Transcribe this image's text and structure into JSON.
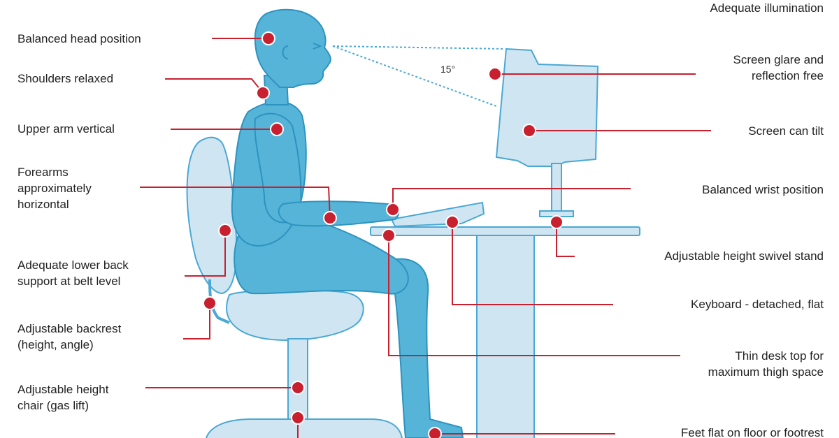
{
  "labels": {
    "adequate_illumination": "Adequate illumination",
    "balanced_head_position": "Balanced head position",
    "shoulders_relaxed": "Shoulders relaxed",
    "upper_arm_vertical": "Upper arm vertical",
    "forearms_horizontal": "Forearms\napproximately\nhorizontal",
    "lower_back_support": "Adequate lower back\nsupport at belt level",
    "adjustable_backrest": "Adjustable backrest\n(height, angle)",
    "adjustable_height_chair": "Adjustable height\nchair (gas lift)",
    "screen_glare": "Screen glare and\nreflection free",
    "screen_can_tilt": "Screen can tilt",
    "balanced_wrist_position": "Balanced wrist position",
    "swivel_stand": "Adjustable height swivel stand",
    "keyboard": "Keyboard - detached, flat",
    "thin_desk_top": "Thin desk top for\nmaximum thigh space",
    "feet_flat": "Feet flat on floor or footrest"
  },
  "viewing_angle": "15°",
  "colors": {
    "figure_fill": "#56b4d8",
    "figure_stroke": "#2d93bf",
    "furniture_fill": "#cfe6f2",
    "furniture_stroke": "#4aa8d4",
    "leader_line": "#c8202f",
    "marker": "#c8202f",
    "text": "#222222"
  }
}
